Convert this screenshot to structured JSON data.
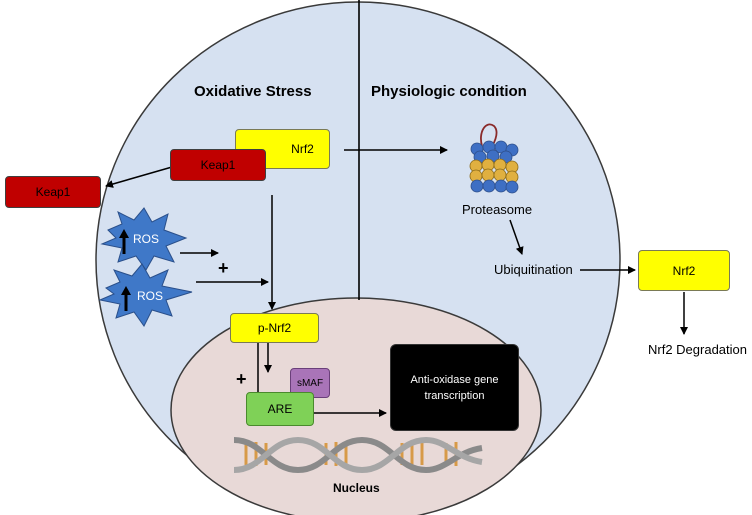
{
  "headings": {
    "left": "Oxidative Stress",
    "right": "Physiologic condition"
  },
  "nodes": {
    "nrf2_top": "Nrf2",
    "keap1_inner": "Keap1",
    "keap1_outer": "Keap1",
    "ros_1": "ROS",
    "ros_2": "ROS",
    "p_nrf2": "p-Nrf2",
    "smaf": "sMAF",
    "are": "ARE",
    "anti_oxidase": "Anti-oxidase gene transcription",
    "proteasome": "Proteasome",
    "ubiquitination": "Ubiquitination",
    "nrf2_right": "Nrf2",
    "nrf2_degradation": "Nrf2 Degradation",
    "nucleus": "Nucleus"
  },
  "symbols": {
    "plus_ros": "+",
    "plus_are": "+"
  },
  "colors": {
    "cell_fill": "#d6e1f1",
    "nucleus_fill": "#e8d9d7",
    "yellow_box": "#ffff00",
    "red_box": "#c00000",
    "ros_star": "#3f78c8",
    "green_box": "#7fd157",
    "purple_box": "#a974b8"
  },
  "icons": [
    "proteasome-icon",
    "dna-helix-icon",
    "ros-star-icon",
    "up-arrow-icon"
  ]
}
